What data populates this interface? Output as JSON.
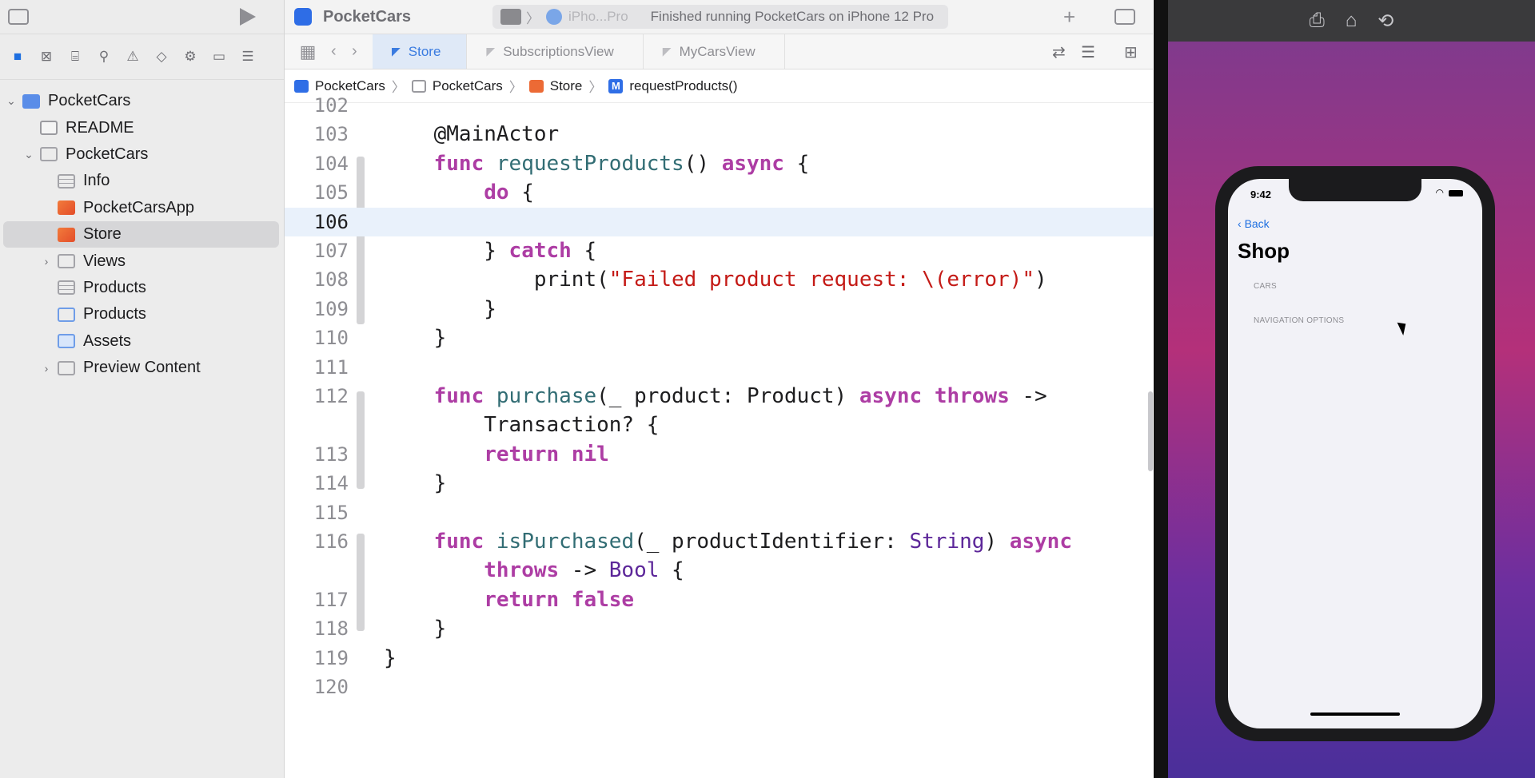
{
  "window": {
    "app_title": "PocketCars"
  },
  "status": {
    "device_label": "iPho...Pro",
    "message": "Finished running PocketCars on iPhone 12 Pro"
  },
  "tabs": [
    {
      "label": "Store",
      "active": true
    },
    {
      "label": "SubscriptionsView",
      "active": false
    },
    {
      "label": "MyCarsView",
      "active": false
    }
  ],
  "breadcrumbs": [
    "PocketCars",
    "PocketCars",
    "Store",
    "requestProducts()"
  ],
  "navigator": {
    "items": [
      {
        "label": "PocketCars",
        "icon": "project-icon",
        "depth": 0,
        "expanded": true
      },
      {
        "label": "README",
        "icon": "book-icon",
        "depth": 1
      },
      {
        "label": "PocketCars",
        "icon": "folder-icon",
        "depth": 1,
        "expanded": true
      },
      {
        "label": "Info",
        "icon": "plist-icon",
        "depth": 2
      },
      {
        "label": "PocketCarsApp",
        "icon": "swift-file-icon",
        "depth": 2
      },
      {
        "label": "Store",
        "icon": "swift-file-icon",
        "depth": 2,
        "selected": true
      },
      {
        "label": "Views",
        "icon": "folder-icon",
        "depth": 2,
        "collapsed": true
      },
      {
        "label": "Products",
        "icon": "plist-icon",
        "depth": 2
      },
      {
        "label": "Products",
        "icon": "storekit-icon",
        "depth": 2
      },
      {
        "label": "Assets",
        "icon": "assets-icon",
        "depth": 2
      },
      {
        "label": "Preview Content",
        "icon": "folder-icon",
        "depth": 2,
        "collapsed": true
      }
    ]
  },
  "code": {
    "current_line": "106",
    "lines": [
      {
        "n": "102",
        "text": ""
      },
      {
        "n": "103",
        "text": "    @MainActor"
      },
      {
        "n": "104",
        "text": "    func requestProducts() async {"
      },
      {
        "n": "105",
        "text": "        do {"
      },
      {
        "n": "106",
        "text": ""
      },
      {
        "n": "107",
        "text": "        } catch {"
      },
      {
        "n": "108",
        "text": "            print(\"Failed product request: \\(error)\")"
      },
      {
        "n": "109",
        "text": "        }"
      },
      {
        "n": "110",
        "text": "    }"
      },
      {
        "n": "111",
        "text": ""
      },
      {
        "n": "112",
        "text": "    func purchase(_ product: Product) async throws ->"
      },
      {
        "n": "",
        "text": "        Transaction? {"
      },
      {
        "n": "113",
        "text": "        return nil"
      },
      {
        "n": "114",
        "text": "    }"
      },
      {
        "n": "115",
        "text": ""
      },
      {
        "n": "116",
        "text": "    func isPurchased(_ productIdentifier: String) async"
      },
      {
        "n": "",
        "text": "        throws -> Bool {"
      },
      {
        "n": "117",
        "text": "        return false"
      },
      {
        "n": "118",
        "text": "    }"
      },
      {
        "n": "119",
        "text": "}"
      },
      {
        "n": "120",
        "text": ""
      }
    ]
  },
  "simulator": {
    "time": "9:42",
    "back_label": "Back",
    "title": "Shop",
    "sections": [
      "CARS",
      "NAVIGATION OPTIONS"
    ]
  }
}
